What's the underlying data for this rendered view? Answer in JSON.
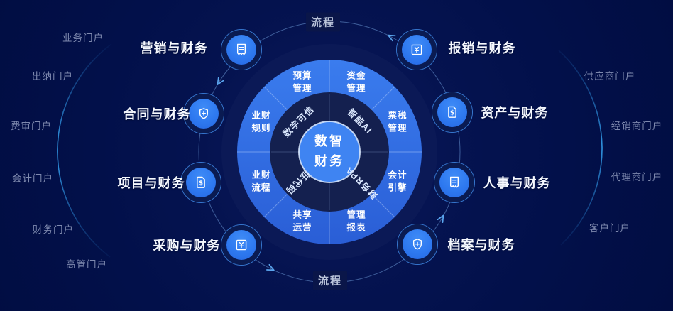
{
  "palette": {
    "background": "#02104a",
    "disc_blue": "#2e6fe3",
    "ring_dark": "#14204f",
    "center_blue": "#3f84f2",
    "icon_blue": "#2e79f0",
    "accent_arc": "#2f96e8",
    "module_text": "#f5f8fe",
    "portal_text": "#7e89ae",
    "flow_text": "#bac4da"
  },
  "center": {
    "line1": "数智",
    "line2": "财务"
  },
  "core_ring": [
    {
      "text": "数字可信"
    },
    {
      "text": "智能AI"
    },
    {
      "text": "低代码"
    },
    {
      "text": "财务RPA"
    }
  ],
  "segments": [
    {
      "text": "预算\n管理"
    },
    {
      "text": "资金\n管理"
    },
    {
      "text": "票税\n管理"
    },
    {
      "text": "会计\n引擎"
    },
    {
      "text": "管理\n报表"
    },
    {
      "text": "共享\n运营"
    },
    {
      "text": "业财\n流程"
    },
    {
      "text": "业财\n规则"
    }
  ],
  "flow": {
    "top": "流程",
    "bottom": "流程"
  },
  "modules": [
    {
      "label": "营销与财务",
      "icon": "receipt-icon"
    },
    {
      "label": "合同与财务",
      "icon": "shield-plus-icon"
    },
    {
      "label": "项目与财务",
      "icon": "doc-dollar-icon"
    },
    {
      "label": "采购与财务",
      "icon": "yen-square-icon"
    },
    {
      "label": "报销与财务",
      "icon": "yen-square-icon"
    },
    {
      "label": "资产与财务",
      "icon": "doc-dollar-icon"
    },
    {
      "label": "人事与财务",
      "icon": "receipt-icon"
    },
    {
      "label": "档案与财务",
      "icon": "shield-plus-icon"
    }
  ],
  "portals": {
    "left": [
      "业务门户",
      "出纳门户",
      "费审门户",
      "会计门户",
      "财务门户",
      "高管门户"
    ],
    "right": [
      "供应商门户",
      "经销商门户",
      "代理商门户",
      "客户门户"
    ]
  }
}
